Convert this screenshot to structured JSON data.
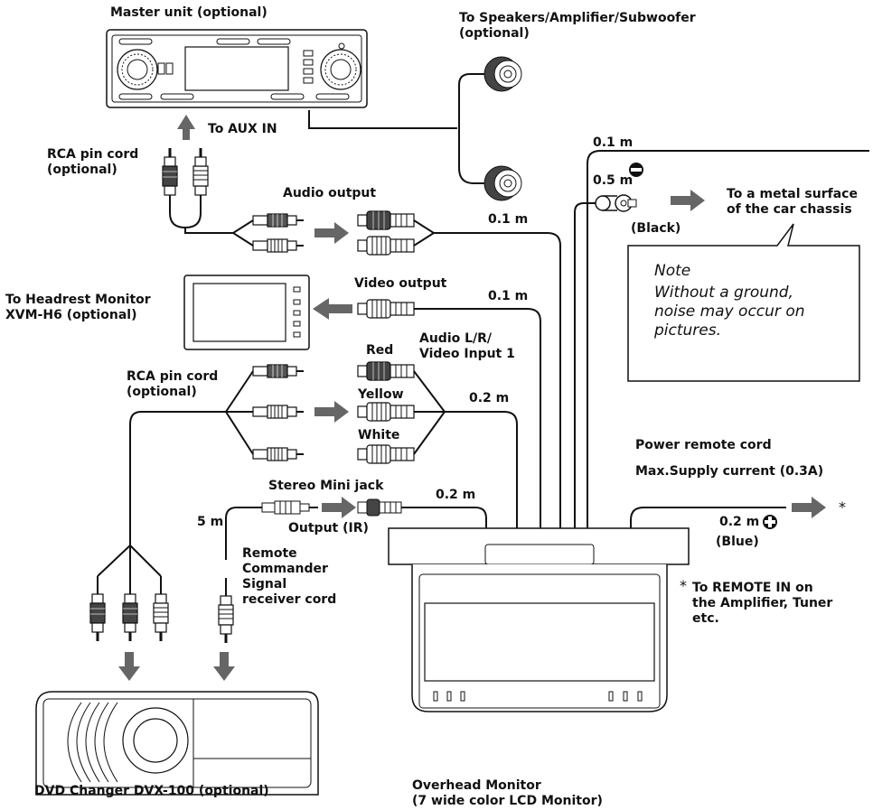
{
  "labels": {
    "master_unit": "Master unit (optional)",
    "to_speakers": "To Speakers/Amplifier/Subwoofer\n(optional)",
    "to_aux_in": "To AUX IN",
    "rca_pin_cord_top": "RCA pin cord\n(optional)",
    "audio_output": "Audio output",
    "len_01_audio": "0.1 m",
    "len_01_top": "0.1 m",
    "len_05": "0.5 m",
    "black": "(Black)",
    "metal_surface": "To a metal surface\nof the car chassis",
    "headrest_monitor": "To Headrest Monitor\nXVM-H6 (optional)",
    "video_output": "Video output",
    "len_01_video": "0.1 m",
    "red": "Red",
    "audio_lr_video_input": "Audio L/R/\nVideo Input 1",
    "rca_pin_cord_mid": "RCA pin cord\n(optional)",
    "yellow": "Yellow",
    "len_02_input": "0.2 m",
    "white": "White",
    "power_remote_cord": "Power remote cord",
    "max_supply": "Max.Supply current (0.3A)",
    "stereo_mini_jack": "Stereo Mini jack",
    "len_02_ir": "0.2 m",
    "len_5m": "5 m",
    "output_ir": "Output (IR)",
    "len_02_blue": "0.2 m",
    "blue": "(Blue)",
    "asterisk": "*",
    "remote_commander": "Remote\nCommander\nSignal\nreceiver cord",
    "remote_in_note": "To REMOTE IN on\nthe Amplifier, Tuner\netc.",
    "dvd_changer": "DVD Changer DVX-100 (optional)",
    "overhead_monitor": "Overhead Monitor\n(7 wide color LCD Monitor)"
  },
  "note": {
    "title": "Note",
    "body": "Without a ground,\nnoise may occur on\npictures."
  }
}
